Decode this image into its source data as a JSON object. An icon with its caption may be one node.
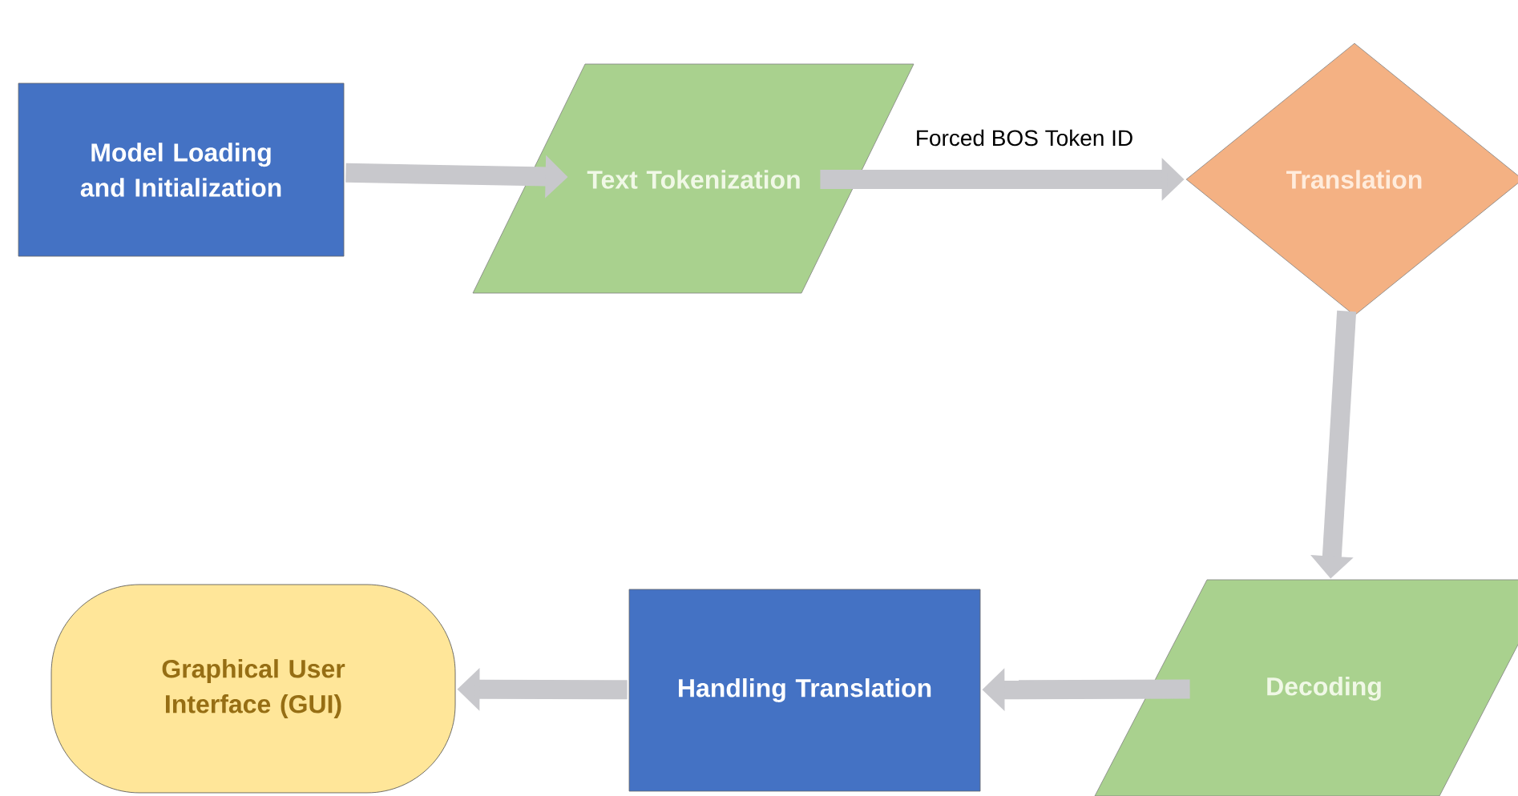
{
  "diagram": {
    "nodes": [
      {
        "text": [
          "Model Loading and Initialization"
        ]
      },
      {
        "text": [
          "Text Tokenization"
        ]
      },
      {
        "text": [
          "Translation"
        ]
      },
      {
        "text": [
          "Decoding"
        ]
      },
      {
        "text": [
          "Handling Translation"
        ]
      },
      {
        "text": [
          "Graphical User Interface (GUI)"
        ]
      }
    ],
    "edges": [
      {
        "from": 0,
        "to": 1,
        "arrow": "to"
      },
      {
        "from": 1,
        "to": 2,
        "arrow": "to",
        "label": "Forced BOS Token ID"
      },
      {
        "from": 2,
        "to": 3,
        "arrow": "to"
      },
      {
        "from": 3,
        "to": 4,
        "arrow": "to"
      },
      {
        "from": 4,
        "to": 5,
        "arrow": "to"
      }
    ]
  }
}
